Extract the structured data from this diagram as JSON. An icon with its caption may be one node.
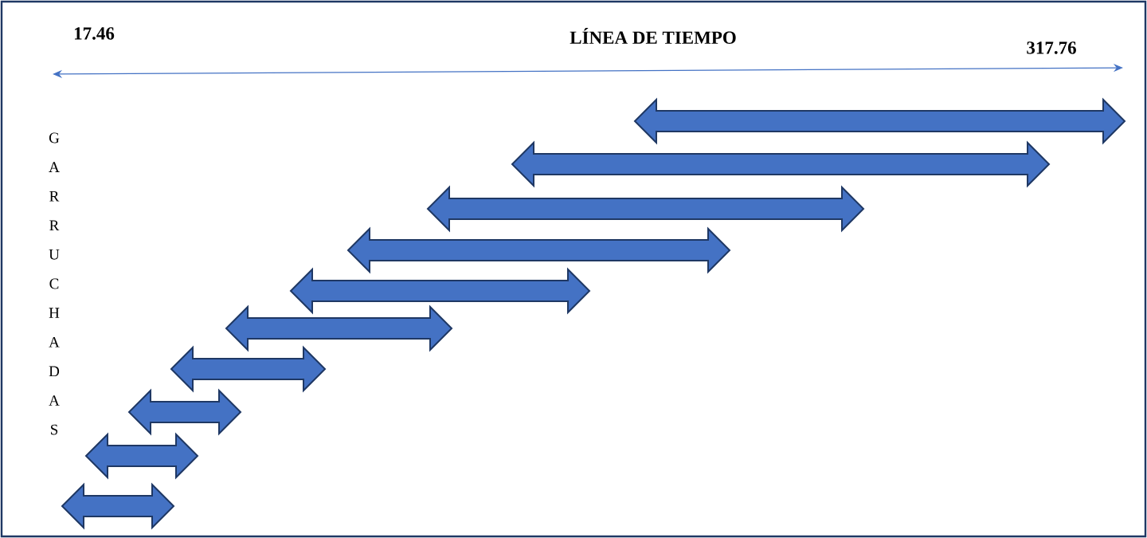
{
  "diagram": {
    "title": "LÍNEA DE TIEMPO",
    "nodes": [
      {
        "text": [],
        "shape": "arrow"
      },
      {
        "text": [],
        "shape": "arrow"
      },
      {
        "text": [],
        "shape": "arrow"
      },
      {
        "text": [],
        "shape": "arrow"
      },
      {
        "text": [],
        "shape": "arrow"
      },
      {
        "text": [],
        "shape": "arrow"
      },
      {
        "text": [],
        "shape": "arrow"
      },
      {
        "text": [],
        "shape": "arrow"
      },
      {
        "text": [],
        "shape": "arrow"
      },
      {
        "text": [],
        "shape": "arrow"
      }
    ],
    "edges": [],
    "labels": [
      "17.46",
      "317.76",
      "G",
      "A",
      "R",
      "R",
      "U",
      "C",
      "H",
      "A",
      "D",
      "A",
      "S"
    ]
  }
}
